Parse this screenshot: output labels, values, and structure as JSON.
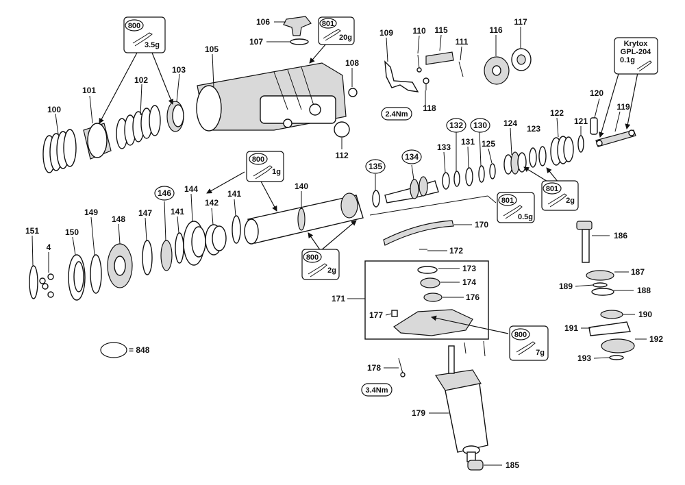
{
  "part_numbers": {
    "p100": "100",
    "p101": "101",
    "p102": "102",
    "p103": "103",
    "p105": "105",
    "p106": "106",
    "p107": "107",
    "p108": "108",
    "p109": "109",
    "p110": "110",
    "p111": "111",
    "p112": "112",
    "p115": "115",
    "p116": "116",
    "p117": "117",
    "p118": "118",
    "p119": "119",
    "p120": "120",
    "p121": "121",
    "p122": "122",
    "p123": "123",
    "p124": "124",
    "p125": "125",
    "p130": "130",
    "p131": "131",
    "p132": "132",
    "p133": "133",
    "p134": "134",
    "p135": "135",
    "p140": "140",
    "p141a": "141",
    "p141b": "141",
    "p142": "142",
    "p144": "144",
    "p146": "146",
    "p147": "147",
    "p148": "148",
    "p149": "149",
    "p150": "150",
    "p151": "151",
    "p4": "4",
    "p170": "170",
    "p171": "171",
    "p172": "172",
    "p173": "173",
    "p174": "174",
    "p176": "176",
    "p177": "177",
    "p178": "178",
    "p179": "179",
    "p185": "185",
    "p186": "186",
    "p187": "187",
    "p188": "188",
    "p189": "189",
    "p190": "190",
    "p191": "191",
    "p192": "192",
    "p193": "193"
  },
  "grease_callouts": {
    "g1": {
      "code": "800",
      "amount": "3.5g"
    },
    "g2": {
      "code": "801",
      "amount": "20g"
    },
    "g3": {
      "code": "800",
      "amount": "1g"
    },
    "g4": {
      "code": "800",
      "amount": "2g"
    },
    "g5": {
      "code": "801",
      "amount": "0.5g"
    },
    "g6": {
      "code": "801",
      "amount": "2g"
    },
    "g7": {
      "code": "800",
      "amount": "7g"
    },
    "krytox": {
      "line1": "Krytox",
      "line2": "GPL-204",
      "amount": "0.1g"
    }
  },
  "torque": {
    "t118": "2.4Nm",
    "t178": "3.4Nm"
  },
  "legend": {
    "oring_label": "= 848"
  }
}
